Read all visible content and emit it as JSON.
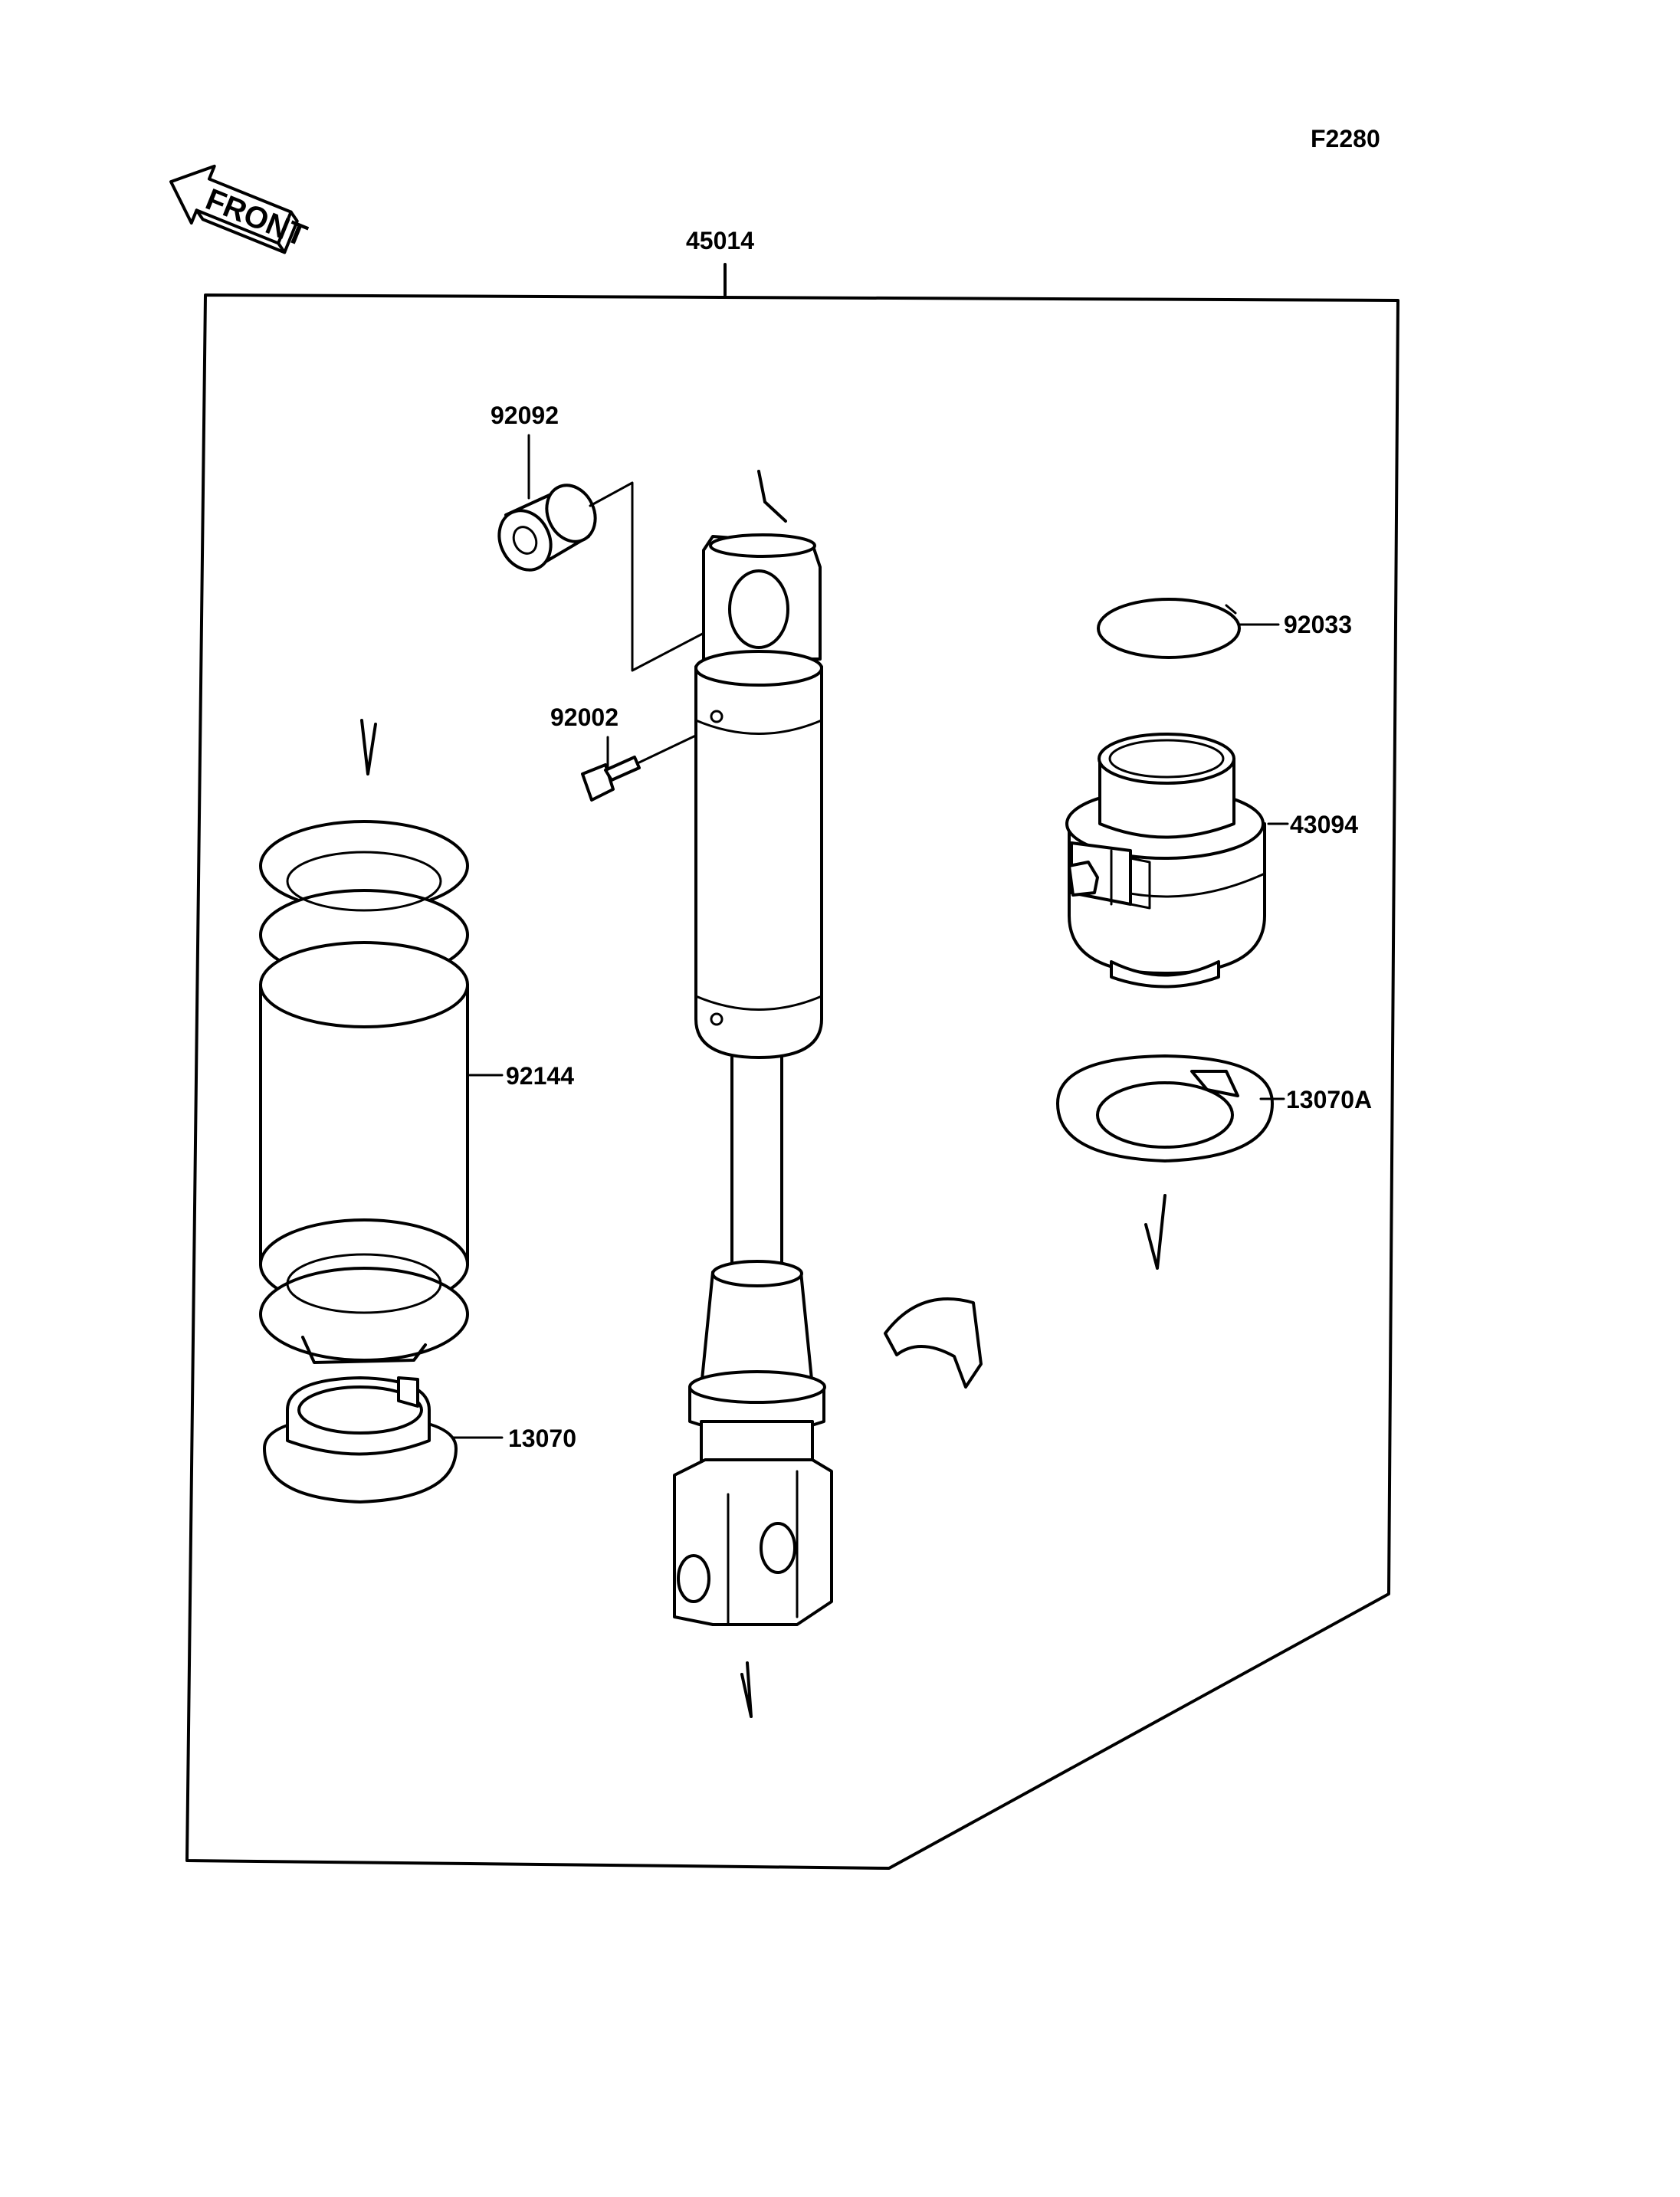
{
  "figure_id": "F2280",
  "front_label": "FRONT",
  "parts": [
    {
      "id": "45014",
      "name_key": "assembly"
    },
    {
      "id": "92092",
      "name_key": "bushing"
    },
    {
      "id": "92002",
      "name_key": "bolt"
    },
    {
      "id": "92033",
      "name_key": "circlip"
    },
    {
      "id": "43094",
      "name_key": "adjuster"
    },
    {
      "id": "92144",
      "name_key": "spring"
    },
    {
      "id": "13070A",
      "name_key": "upper-seat"
    },
    {
      "id": "13070",
      "name_key": "lower-seat"
    }
  ]
}
